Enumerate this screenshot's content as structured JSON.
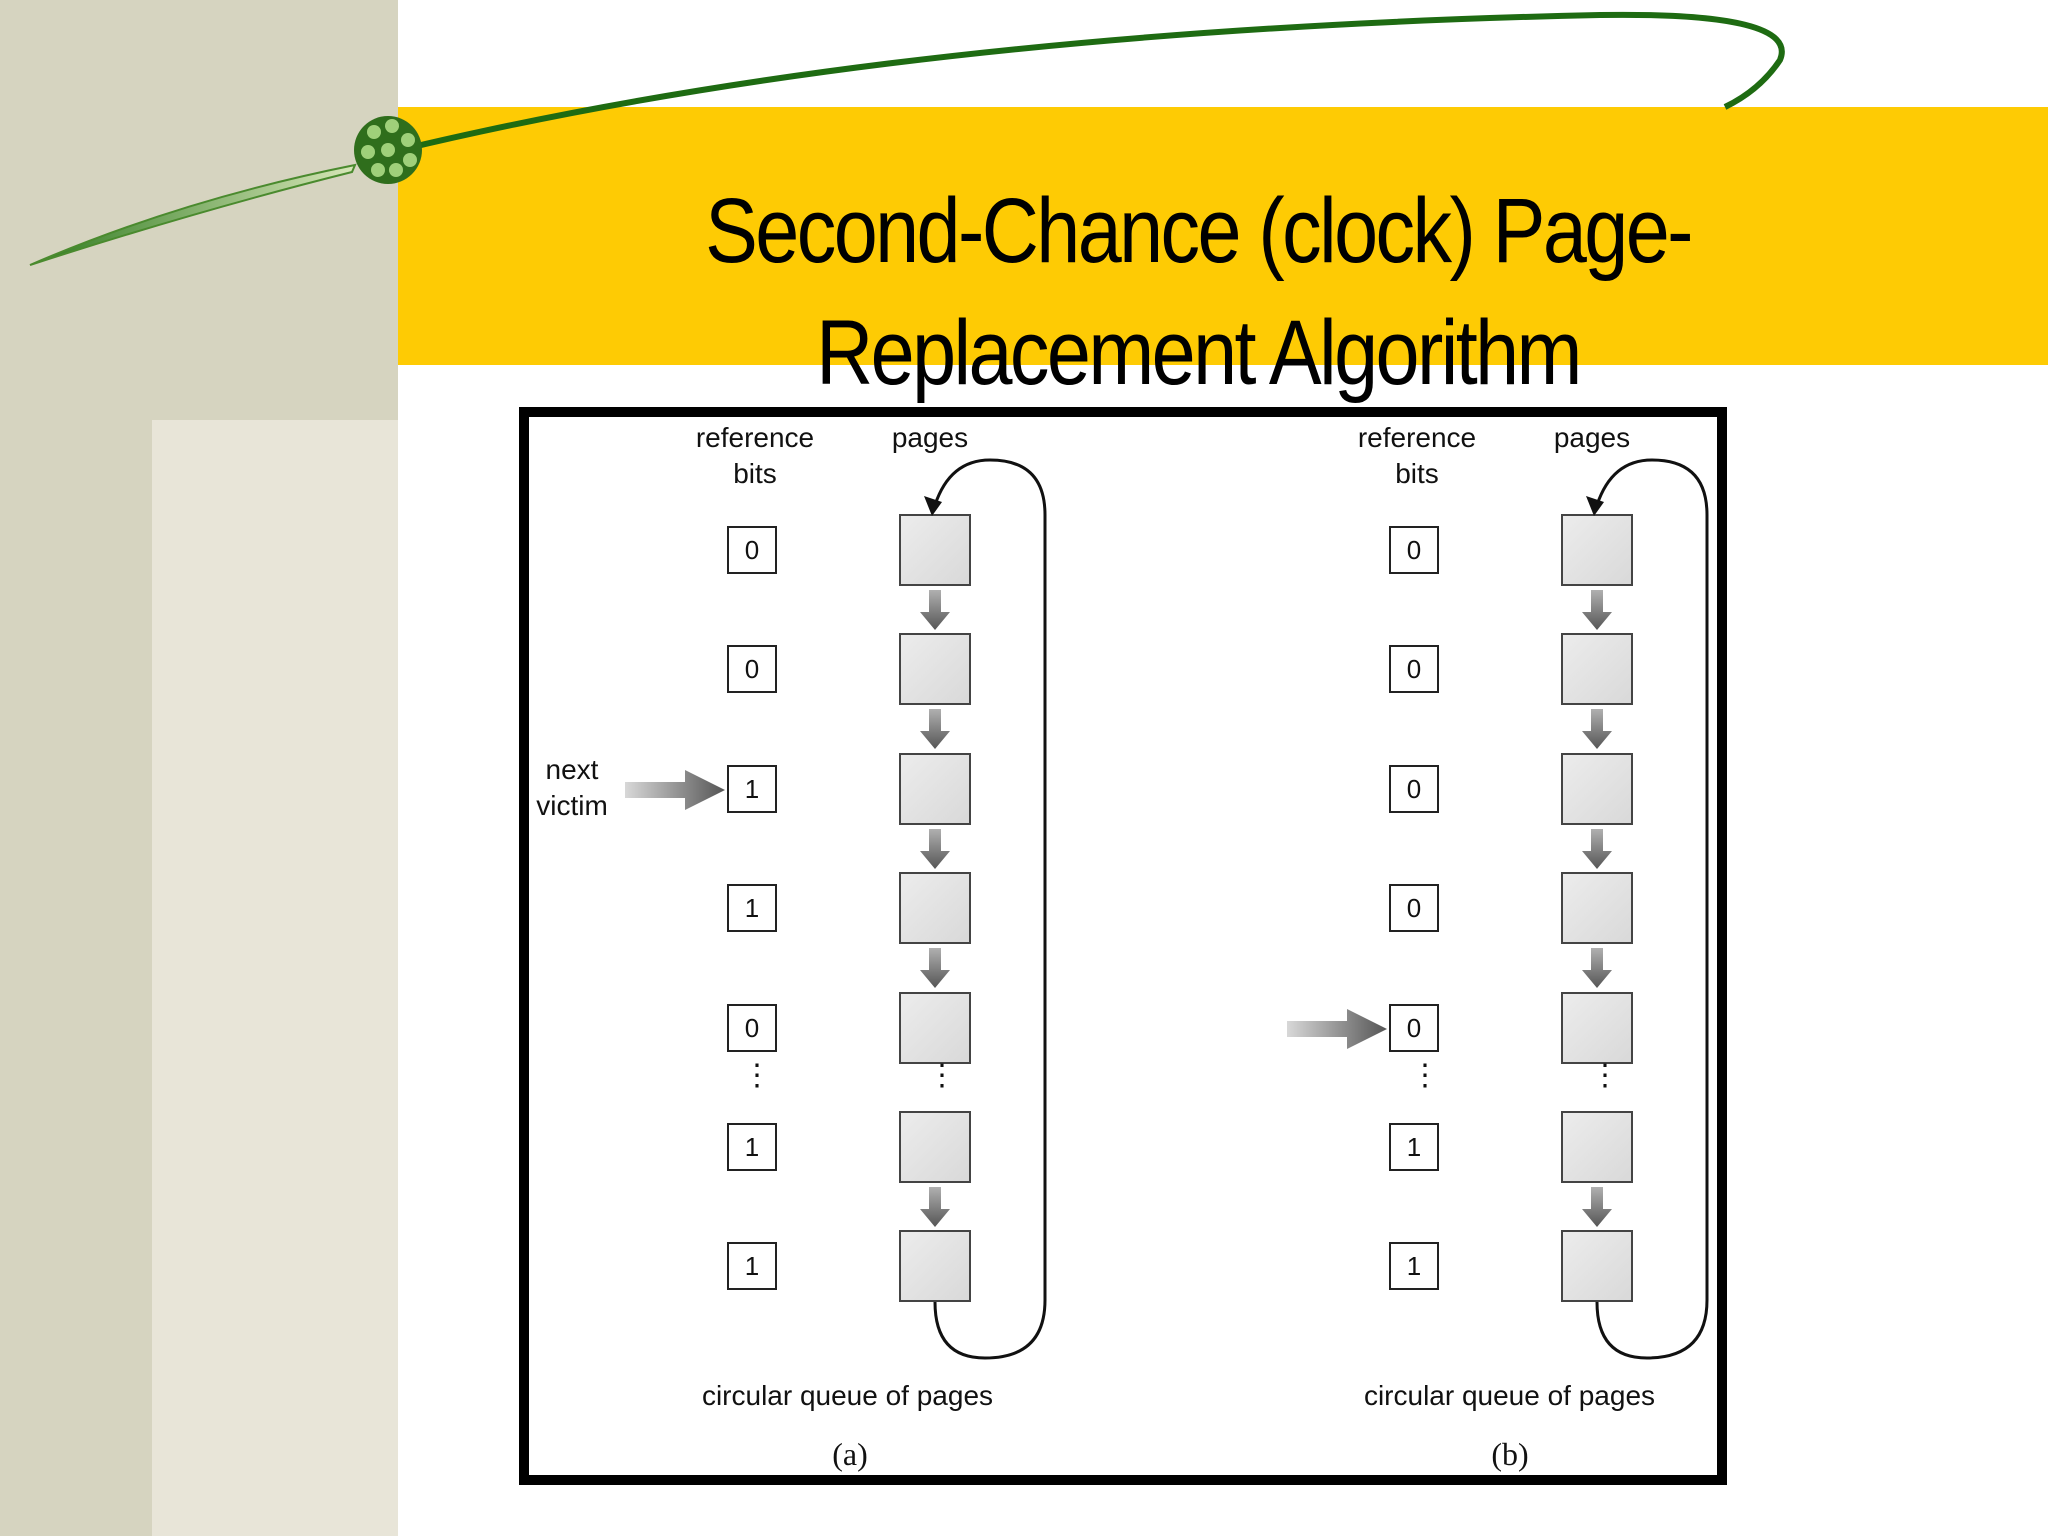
{
  "slide": {
    "title": "Second-Chance (clock) Page-Replacement Algorithm"
  },
  "figure": {
    "panels": [
      {
        "id": "a",
        "caption": "(a)",
        "header_ref_bits": "reference\nbits",
        "header_pages": "pages",
        "footer": "circular queue of pages",
        "pointer_label": "next\nvictim",
        "reference_bits": [
          "0",
          "0",
          "1",
          "1",
          "0",
          "1",
          "1"
        ],
        "pointer_row": 2,
        "ellipsis": "⋮"
      },
      {
        "id": "b",
        "caption": "(b)",
        "header_ref_bits": "reference\nbits",
        "header_pages": "pages",
        "footer": "circular queue of pages",
        "pointer_label": "",
        "reference_bits": [
          "0",
          "0",
          "0",
          "0",
          "0",
          "1",
          "1"
        ],
        "pointer_row": 4,
        "ellipsis": "⋮"
      }
    ]
  },
  "colors": {
    "title_band": "#fecb04",
    "swoosh": "#1e6b12",
    "left_band": "#d6d4c0"
  },
  "icons": {
    "logo": "green-bubble-cluster-icon"
  }
}
